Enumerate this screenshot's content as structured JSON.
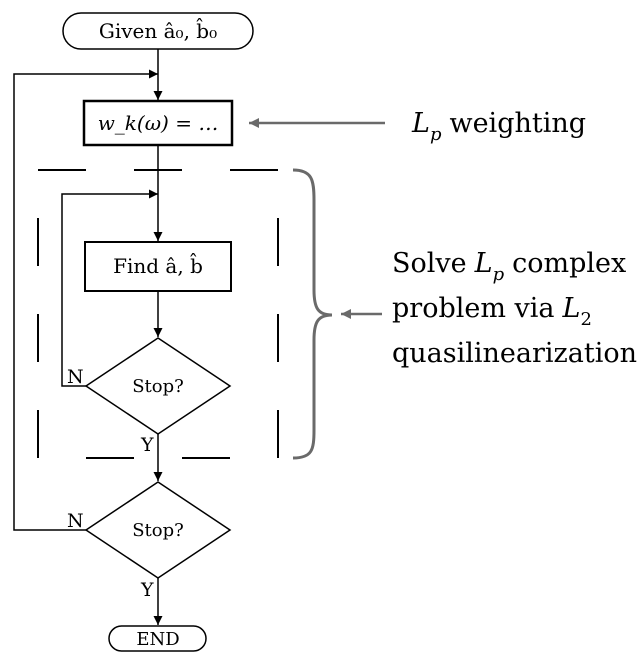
{
  "flowchart": {
    "start_label": "Given â₀, b̂₀",
    "weight_label": "w_k(ω) = …",
    "find_label": "Find â, b̂",
    "inner_stop_label": "Stop?",
    "outer_stop_label": "Stop?",
    "no_label": "N",
    "yes_label": "Y",
    "end_label": "END"
  },
  "annotations": {
    "weighting": {
      "symbol": "L",
      "subscript": "p",
      "text": "weighting"
    },
    "solve": {
      "line1_prefix": "Solve",
      "line1_symbol": "L",
      "line1_subscript": "p",
      "line1_suffix": "complex",
      "line2_prefix": "problem via",
      "line2_symbol": "L",
      "line2_subscript": "2",
      "line3": "quasilinearization"
    }
  }
}
